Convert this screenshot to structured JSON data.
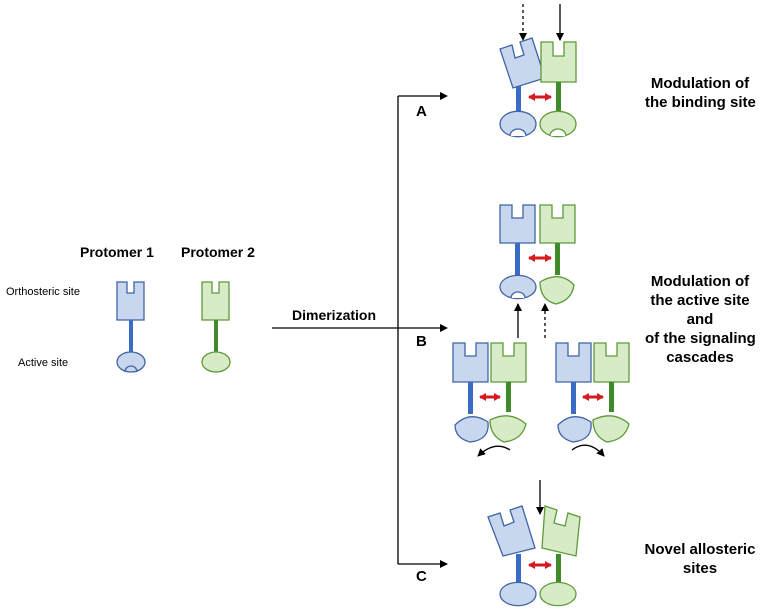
{
  "labels": {
    "protomer1": "Protomer 1",
    "protomer2": "Protomer 2",
    "orthosteric_site": "Orthosteric site",
    "active_site": "Active site",
    "dimerization": "Dimerization"
  },
  "branches": [
    {
      "letter": "A",
      "caption_lines": [
        "Modulation of",
        "the binding site"
      ]
    },
    {
      "letter": "B",
      "caption_lines": [
        "Modulation of",
        "the active site",
        "and",
        "of the signaling",
        "cascades"
      ]
    },
    {
      "letter": "C",
      "caption_lines": [
        "Novel allosteric",
        "sites"
      ]
    }
  ],
  "colors": {
    "blue_fill": "#c8d6ee",
    "blue_stroke": "#3f64a6",
    "blue_stalk": "#3a6cc6",
    "green_fill": "#d7ebc6",
    "green_stroke": "#5e9a3a",
    "green_stalk": "#3f8a2a",
    "red_arrow": "#d71920",
    "black": "#000000"
  }
}
